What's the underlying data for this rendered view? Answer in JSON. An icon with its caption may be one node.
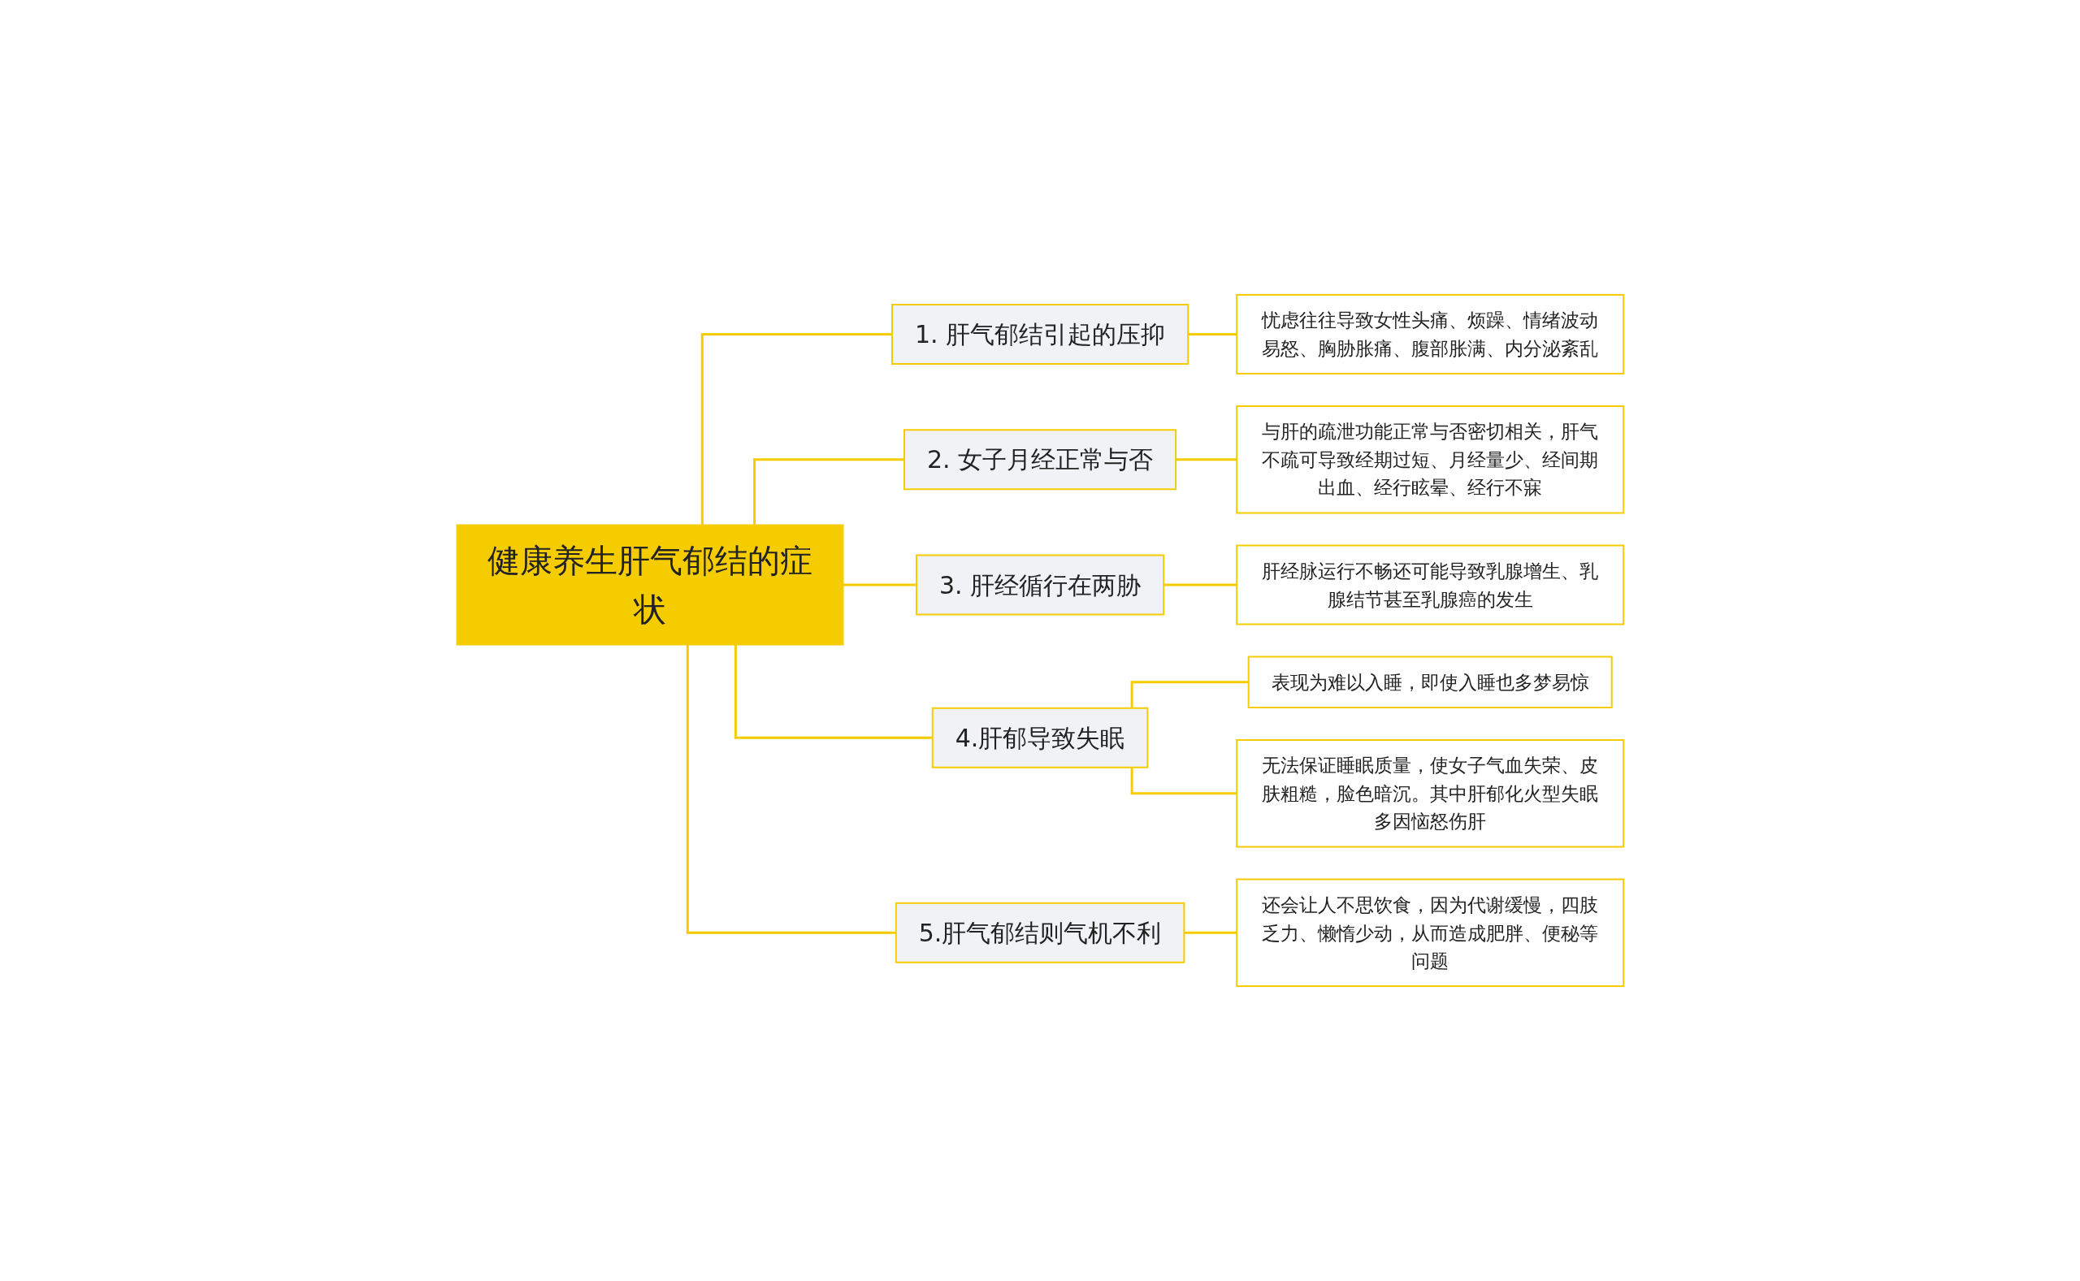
{
  "diagram": {
    "nodes": [
      {
        "text": [
          "健康养生肝气郁结的症状"
        ]
      },
      {
        "text": [
          "1. 肝气郁结引起的压抑"
        ]
      },
      {
        "text": [
          "忧虑往往导致女性头痛、烦躁、情绪波动易怒、胸胁胀痛、腹部胀满、内分泌紊乱"
        ]
      },
      {
        "text": [
          "2. 女子月经正常与否"
        ]
      },
      {
        "text": [
          "与肝的疏泄功能正常与否密切相关，肝气不疏可导致经期过短、月经量少、经间期出血、经行眩晕、经行不寐"
        ]
      },
      {
        "text": [
          "3. 肝经循行在两胁"
        ]
      },
      {
        "text": [
          "肝经脉运行不畅还可能导致乳腺增生、乳腺结节甚至乳腺癌的发生"
        ]
      },
      {
        "text": [
          "4.肝郁导致失眠"
        ]
      },
      {
        "text": [
          "表现为难以入睡，即使入睡也多梦易惊"
        ]
      },
      {
        "text": [
          "无法保证睡眠质量，使女子气血失荣、皮肤粗糙，脸色暗沉。其中肝郁化火型失眠多因恼怒伤肝"
        ]
      },
      {
        "text": [
          "5.肝气郁结则气机不利"
        ]
      },
      {
        "text": [
          "还会让人不思饮食，因为代谢缓慢，四肢乏力、懒惰少动，从而造成肥胖、便秘等问题"
        ]
      }
    ],
    "edges": [
      {
        "from": 0,
        "to": 1,
        "arrow": "none"
      },
      {
        "from": 1,
        "to": 2,
        "arrow": "none"
      },
      {
        "from": 0,
        "to": 3,
        "arrow": "none"
      },
      {
        "from": 3,
        "to": 4,
        "arrow": "none"
      },
      {
        "from": 0,
        "to": 5,
        "arrow": "none"
      },
      {
        "from": 5,
        "to": 6,
        "arrow": "none"
      },
      {
        "from": 0,
        "to": 7,
        "arrow": "none"
      },
      {
        "from": 7,
        "to": 8,
        "arrow": "none"
      },
      {
        "from": 7,
        "to": 9,
        "arrow": "none"
      },
      {
        "from": 0,
        "to": 10,
        "arrow": "none"
      },
      {
        "from": 10,
        "to": 11,
        "arrow": "none"
      }
    ]
  }
}
